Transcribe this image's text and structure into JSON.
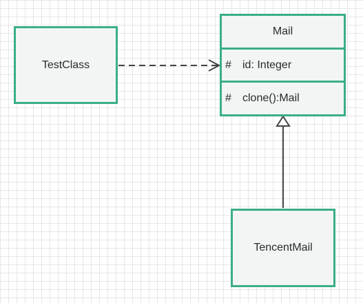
{
  "diagram": {
    "classes": {
      "test_class": {
        "name": "TestClass"
      },
      "mail": {
        "name": "Mail",
        "attributes": [
          {
            "visibility": "#",
            "text": "id: Integer"
          }
        ],
        "operations": [
          {
            "visibility": "#",
            "text": "clone():Mail"
          }
        ]
      },
      "tencent_mail": {
        "name": "TencentMail"
      }
    },
    "relations": [
      {
        "from": "TestClass",
        "to": "Mail",
        "type": "dependency"
      },
      {
        "from": "TencentMail",
        "to": "Mail",
        "type": "generalization"
      }
    ],
    "colors": {
      "class_border": "#3aae86",
      "class_fill": "#f2f5f3",
      "connector": "#444444",
      "grid": "#e6e6e6"
    }
  }
}
